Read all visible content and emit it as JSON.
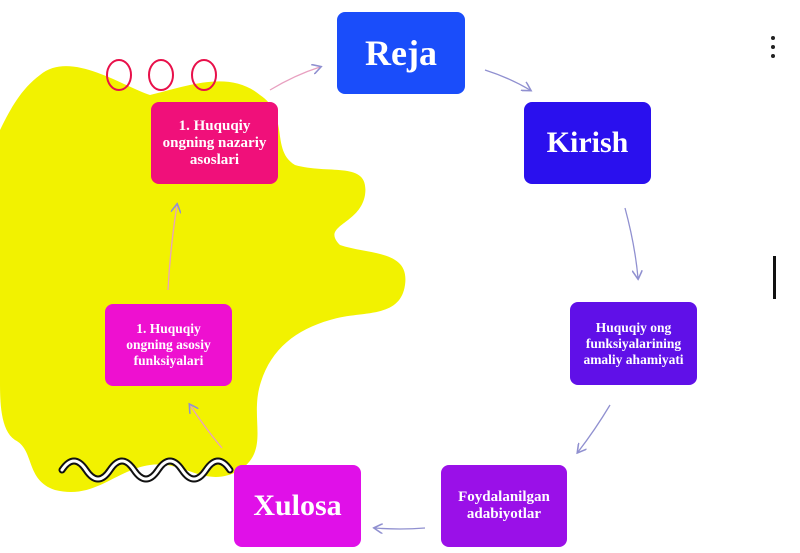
{
  "nodes": {
    "reja": "Reja",
    "kirish": "Kirish",
    "amaliy": "Huquqiy ong funksiyalarining amaliy ahamiyati",
    "adabiyot": "Foydalanilgan adabiyotlar",
    "xulosa": "Xulosa",
    "asosiy": "1.  Huquqiy ongning asosiy funksiyalari",
    "nazariy": "1. Huquqiy ongning nazariy asoslari"
  },
  "colors": {
    "splash": "#f2f200",
    "reja": "#1a4dfa",
    "kirish": "#2a10ee",
    "amaliy": "#6010e8",
    "adabiyot": "#9a10e8",
    "xulosa": "#e010e8",
    "asosiy": "#ee10d0",
    "nazariy": "#f0107a",
    "arrow": "#9090d0"
  },
  "icons": {
    "menu": "more-vertical-icon"
  }
}
